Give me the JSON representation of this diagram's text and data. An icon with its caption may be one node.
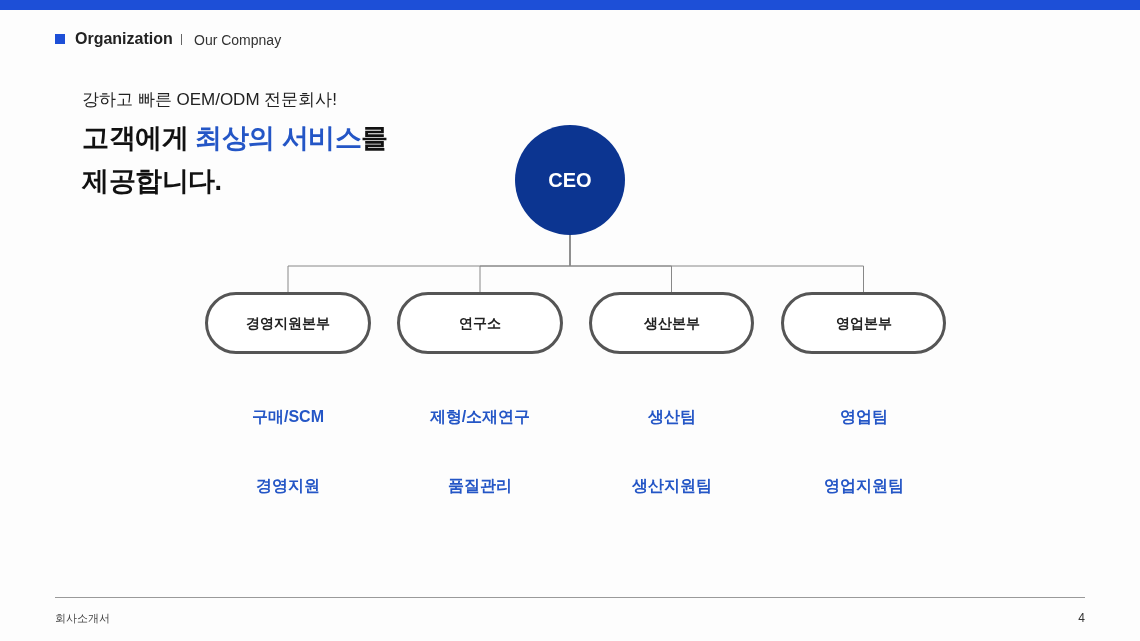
{
  "diagram": {
    "title": "Organization",
    "nodes": [
      {
        "text": [
          "CEO"
        ]
      },
      {
        "text": [
          "경영지원본부"
        ],
        "beside": [
          "구매/SCM",
          "경영지원"
        ]
      },
      {
        "text": [
          "연구소"
        ],
        "beside": [
          "제형/소재연구",
          "품질관리"
        ]
      },
      {
        "text": [
          "생산본부"
        ],
        "beside": [
          "생산팀",
          "생산지원팀"
        ]
      },
      {
        "text": [
          "영업본부"
        ],
        "beside": [
          "영업팀",
          "영업지원팀"
        ]
      }
    ],
    "edges": [
      {
        "from": 0,
        "to": 1,
        "arrow": "none"
      },
      {
        "from": 0,
        "to": 2,
        "arrow": "none"
      },
      {
        "from": 0,
        "to": 3,
        "arrow": "none"
      },
      {
        "from": 0,
        "to": 4,
        "arrow": "none"
      }
    ],
    "labels": [
      "Our Compnay",
      "강하고 빠른 OEM/ODM 전문회사!",
      "고객에게 **최상의 서비스**를 제공합니다.",
      "회사소개서",
      "4"
    ]
  }
}
